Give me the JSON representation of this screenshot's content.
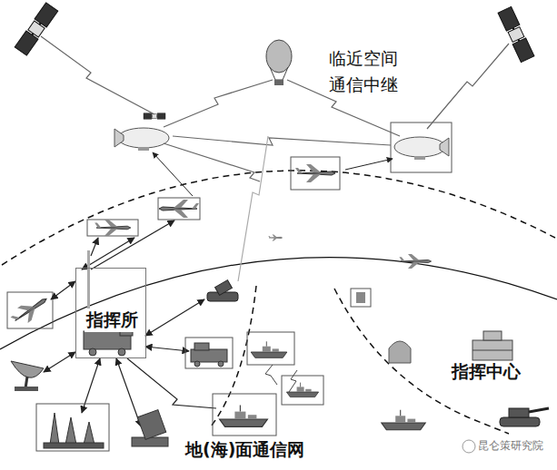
{
  "diagram": {
    "nodes": [
      {
        "text": [
          "指挥所"
        ]
      }
    ],
    "labels": [
      "临近空间 通信中继",
      "指挥中心",
      "地(海)面通信网",
      "昆仑策研究院"
    ]
  }
}
